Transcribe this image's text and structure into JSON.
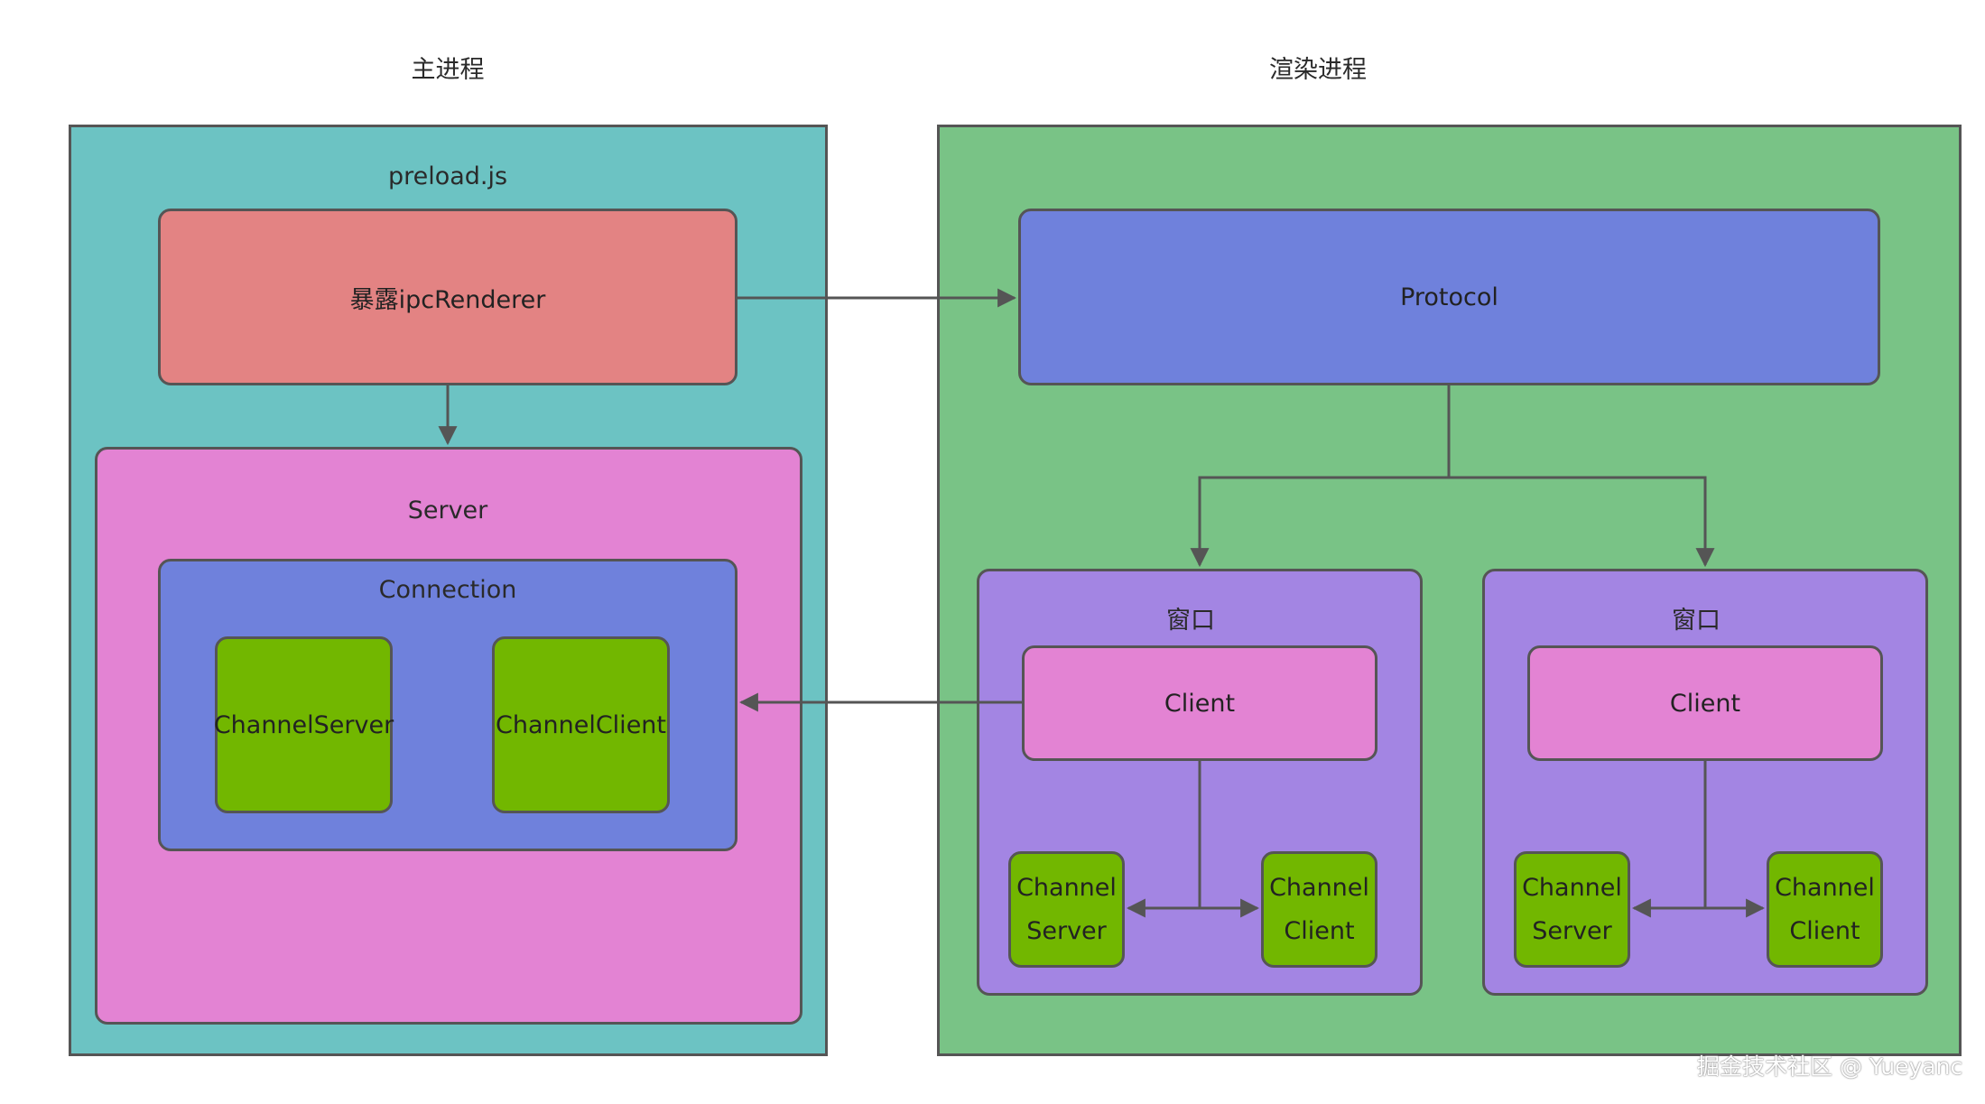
{
  "titles": {
    "main_process": "主进程",
    "renderer_process": "渲染进程"
  },
  "main": {
    "container_label": "preload.js",
    "expose_box": "暴露ipcRenderer",
    "server": {
      "label": "Server",
      "connection": {
        "label": "Connection",
        "channel_server": "ChannelServer",
        "channel_client": "ChannelClient"
      }
    }
  },
  "renderer": {
    "protocol": "Protocol",
    "windows": [
      {
        "label": "窗口",
        "client": "Client",
        "channel_server": [
          "Channel",
          "Server"
        ],
        "channel_client": [
          "Channel",
          "Client"
        ]
      },
      {
        "label": "窗口",
        "client": "Client",
        "channel_server": [
          "Channel",
          "Server"
        ],
        "channel_client": [
          "Channel",
          "Client"
        ]
      }
    ]
  },
  "watermark": "掘金技术社区 @ Yueyanc",
  "colors": {
    "main_bg": "#6cc3c3",
    "renderer_bg": "#79c386",
    "expose_box": "#e38383",
    "server_box": "#e383d3",
    "connection_box": "#6f81dc",
    "channel_box": "#72b700",
    "protocol_box": "#6f81dc",
    "window_box": "#a385e3",
    "client_box": "#e383d3",
    "line": "#555555"
  }
}
